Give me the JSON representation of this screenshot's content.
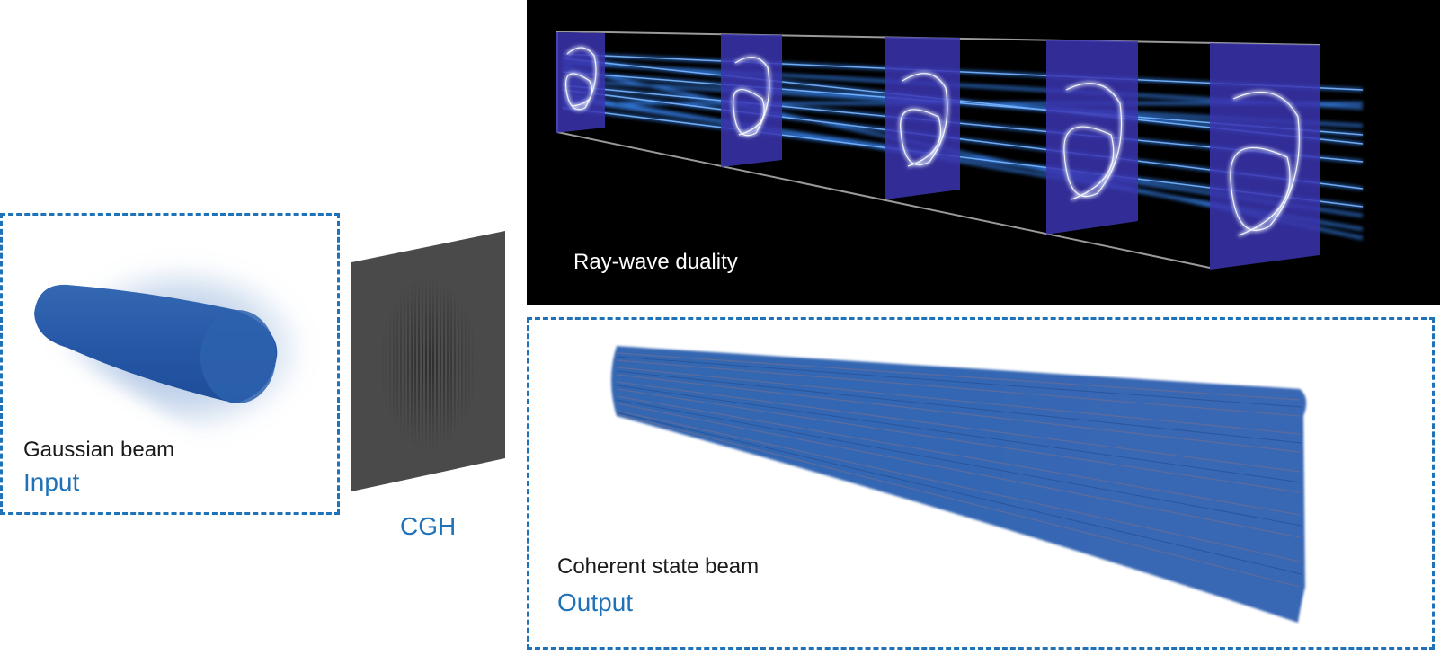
{
  "input_panel": {
    "caption": "Gaussian beam",
    "label": "Input"
  },
  "cgh": {
    "label": "CGH"
  },
  "duality_panel": {
    "caption": "Ray-wave duality"
  },
  "output_panel": {
    "caption": "Coherent state beam",
    "label": "Output"
  },
  "colors": {
    "accent_blue": "#1f72b8",
    "beam_blue": "#2a5fae",
    "ray_blue": "#3a8cff",
    "panel_black": "#000000",
    "plane_purple": "#3a3aa8",
    "cgh_gray": "#444444"
  }
}
